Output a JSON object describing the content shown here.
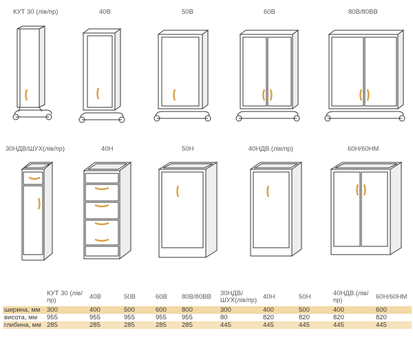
{
  "top_labels": [
    "КУТ 30 (лів/пр)",
    "40В",
    "50В",
    "60В",
    "80В/80ВВ"
  ],
  "bottom_labels": [
    "30НДВ/ШУХ(лів/пр)",
    "40Н",
    "50Н",
    "40НДВ.(лів/пр)",
    "60Н/60НМ"
  ],
  "table": {
    "headers": [
      "",
      "КУТ 30 (лів/\nпр)",
      "40В",
      "50В",
      "60В",
      "80В/80ВВ",
      "30НДВ/\nШУХ(лів/пр)",
      "40Н",
      "50Н",
      "40НДВ.(лів/\nпр)",
      "60Н/60НМ"
    ],
    "rows": [
      {
        "label": "ширина, мм",
        "values": [
          "300",
          "400",
          "500",
          "600",
          "800",
          "300",
          "400",
          "500",
          "400",
          "600"
        ]
      },
      {
        "label": "висота, мм",
        "values": [
          "955",
          "955",
          "955",
          "955",
          "955",
          "80",
          "820",
          "820",
          "820",
          "820"
        ]
      },
      {
        "label": "глибина, мм",
        "values": [
          "285",
          "285",
          "285",
          "285",
          "285",
          "445",
          "445",
          "445",
          "445",
          "445"
        ]
      }
    ]
  },
  "colors": {
    "line": "#333333",
    "handle": "#d9a34a",
    "row_odd": "#f3d9a6",
    "row_even": "#ffffff"
  }
}
